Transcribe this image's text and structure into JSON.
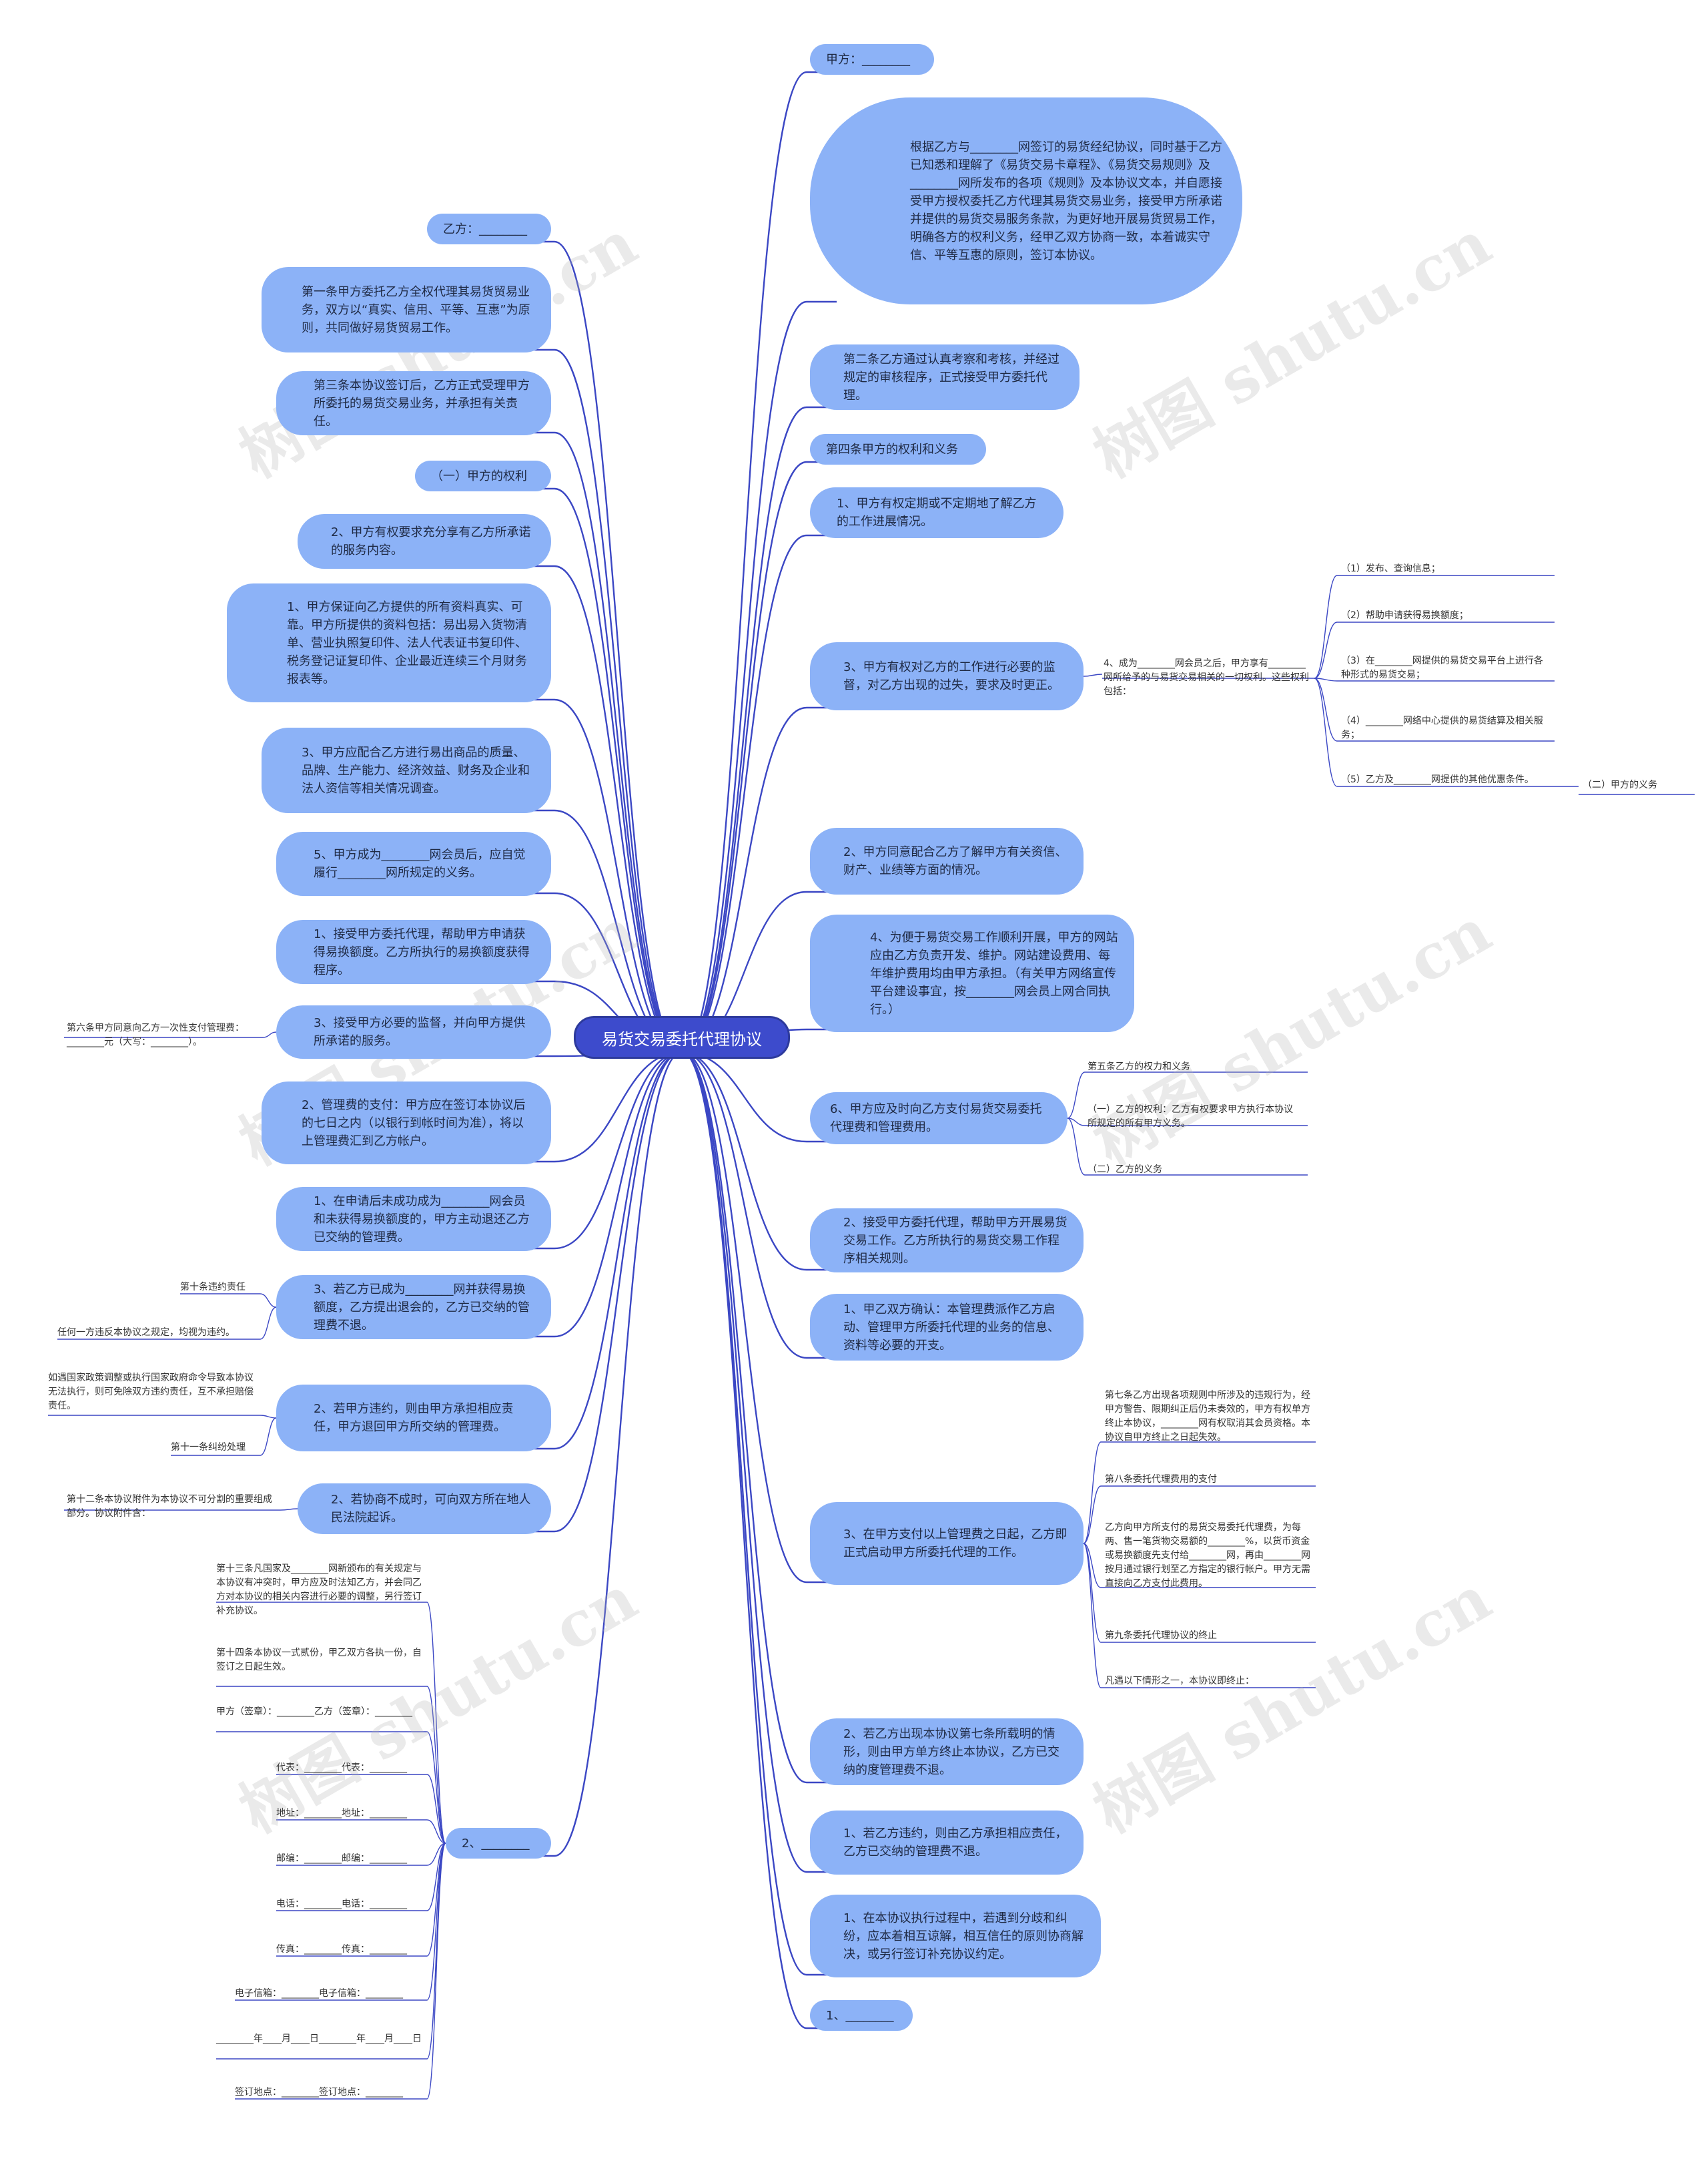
{
  "root": "易货交易委托代理协议",
  "right": [
    "甲方：________",
    "根据乙方与________网签订的易货经纪协议，同时基于乙方已知悉和理解了《易货交易卡章程》、《易货交易规则》及________网所发布的各项《规则》及本协议文本，并自愿接受甲方授权委托乙方代理其易货交易业务，接受甲方所承诺并提供的易货交易服务条款，为更好地开展易货贸易工作，明确各方的权利义务，经甲乙双方协商一致，本着诚实守信、平等互惠的原则，签订本协议。",
    "第二条乙方通过认真考察和考核，并经过规定的审核程序，正式接受甲方委托代理。",
    "第四条甲方的权利和义务",
    "1、甲方有权定期或不定期地了解乙方的工作进展情况。",
    "3、甲方有权对乙方的工作进行必要的监督，对乙方出现的过失，要求及时更正。",
    "2、甲方同意配合乙方了解甲方有关资信、财产、业绩等方面的情况。",
    "4、为便于易货交易工作顺利开展，甲方的网站应由乙方负责开发、维护。网站建设费用、每年维护费用均由甲方承担。（有关甲方网络宣传平台建设事宜，按________网会员上网合同执行。）",
    "6、甲方应及时向乙方支付易货交易委托代理费和管理费用。",
    "2、接受甲方委托代理，帮助甲方开展易货交易工作。乙方所执行的易货交易工作程序相关规则。",
    "1、甲乙双方确认：本管理费派作乙方启动、管理甲方所委托代理的业务的信息、资料等必要的开支。",
    "3、在甲方支付以上管理费之日起，乙方即正式启动甲方所委托代理的工作。",
    "2、若乙方出现本协议第七条所载明的情形，则由甲方单方终止本协议，乙方已交纳的度管理费不退。",
    "1、若乙方违约，则由乙方承担相应责任，乙方已交纳的管理费不退。",
    "1、在本协议执行过程中，若遇到分歧和纠纷，应本着相互谅解，相互信任的原则协商解决，或另行签订补充协议约定。",
    "1、________"
  ],
  "left": [
    "乙方：________",
    "第一条甲方委托乙方全权代理其易货贸易业务，双方以“真实、信用、平等、互惠”为原则，共同做好易货贸易工作。",
    "第三条本协议签订后，乙方正式受理甲方所委托的易货交易业务，并承担有关责任。",
    "（一）甲方的权利",
    "2、甲方有权要求充分享有乙方所承诺的服务内容。",
    "1、甲方保证向乙方提供的所有资料真实、可靠。甲方所提供的资料包括：易出易入货物清单、营业执照复印件、法人代表证书复印件、税务登记证复印件、企业最近连续三个月财务报表等。",
    "3、甲方应配合乙方进行易出商品的质量、品牌、生产能力、经济效益、财务及企业和法人资信等相关情况调查。",
    "5、甲方成为________网会员后，应自觉履行________网所规定的义务。",
    "1、接受甲方委托代理，帮助甲方申请获得易换额度。乙方所执行的易换额度获得程序。",
    "3、接受甲方必要的监督，并向甲方提供所承诺的服务。",
    "2、管理费的支付：甲方应在签订本协议后的七日之内（以银行到帐时间为准），将以上管理费汇到乙方帐户。",
    "1、在申请后未成功成为________网会员和未获得易换额度的，甲方主动退还乙方已交纳的管理费。",
    "3、若乙方已成为________网并获得易换额度，乙方提出退会的，乙方已交纳的管理费不退。",
    "2、若甲方违约，则由甲方承担相应责任，甲方退回甲方所交纳的管理费。",
    "2、若协商不成时，可向双方所在地人民法院起诉。",
    "2、________"
  ],
  "leaves": {
    "rights4_parent": "4、成为________网会员之后，甲方享有________网所给予的与易货交易相关的一切权利。这些权利包括：",
    "rights4": [
      "（1）发布、查询信息；",
      "（2）帮助申请获得易换额度；",
      "（3）在________网提供的易货交易平台上进行各种形式的易货交易；",
      "（4）________网络中心提供的易货结算及相关服务；",
      "（5）乙方及________网提供的其他优惠条件。"
    ],
    "jia_duty": "（二）甲方的义务",
    "sec5": [
      "第五条乙方的权力和义务",
      "（一）乙方的权利：乙方有权要求甲方执行本协议所规定的所有甲方义务。",
      "（二）乙方的义务"
    ],
    "sec7": [
      "第七条乙方出现各项规则中所涉及的违规行为，经甲方警告、限期纠正后仍未奏效的，甲方有权单方终止本协议，________网有权取消其会员资格。本协议自甲方终止之日起失效。",
      "第八条委托代理费用的支付",
      "乙方向甲方所支付的易货交易委托代理费，为每两、售一笔货物交易额的________%，以货币资金或易换额度先支付给________网，再由________网按月通过银行划至乙方指定的银行帐户。甲方无需直接向乙方支付此费用。",
      "第九条委托代理协议的终止",
      "凡遇以下情形之一，本协议即终止："
    ],
    "sec6": "第六条甲方同意向乙方一次性支付管理费：________元（大写：________）。",
    "sec10": [
      "第十条违约责任",
      "任何一方违反本协议之规定，均视为违约。"
    ],
    "sec11": [
      "如遇国家政策调整或执行国家政府命令导致本协议无法执行，则可免除双方违约责任，互不承担赔偿责任。",
      "第十一条纠纷处理"
    ],
    "sec12": "第十二条本协议附件为本协议不可分割的重要组成部分。协议附件含：",
    "sign": [
      "第十三条凡国家及________网新颁布的有关规定与本协议有冲突时，甲方应及时法知乙方，并会同乙方对本协议的相关内容进行必要的调整，另行签订补充协议。",
      "第十四条本协议一式贰份，甲乙双方各执一份，自签订之日起生效。",
      "甲方（签章）：________乙方（签章）：________",
      "代表：________代表：________",
      "地址：________地址：________",
      "邮编：________邮编：________",
      "电话：________电话：________",
      "传真：________传真：________",
      "电子信箱：________电子信箱：________",
      "________年____月____日________年____月____日",
      "签订地点：________签订地点：________"
    ]
  },
  "watermark": "树图 shutu.cn",
  "colors": {
    "node": "#8cb2f7",
    "root": "#3d4bcc",
    "line": "#3b47c4"
  }
}
